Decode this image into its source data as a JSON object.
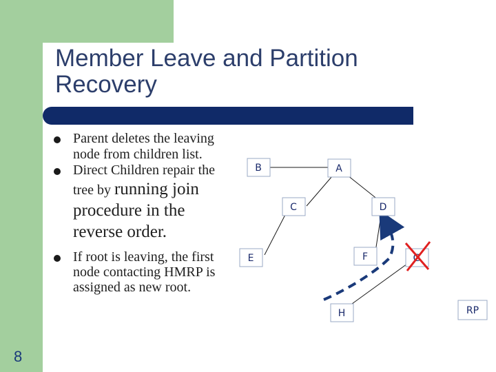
{
  "slide": {
    "title": "Member Leave and Partition Recovery",
    "page_number": "8"
  },
  "bullets": {
    "b1": "Parent deletes the leaving node from children list.",
    "b2_part1": "Direct Children repair the tree by",
    "b2_part2": "running join procedure in the reverse order.",
    "b3": "If root is leaving, the first node contacting HMRP is assigned as new root."
  },
  "diagram": {
    "nodes": {
      "B": "B",
      "A": "A",
      "C": "C",
      "D": "D",
      "E": "E",
      "F": "F",
      "G": "G",
      "H": "H",
      "RP": "RP"
    }
  },
  "colors": {
    "accent_green": "#a3cf9e",
    "title_bar": "#102a68",
    "title_text": "#2c3e6b",
    "cross": "#e02020",
    "node_text": "#1a2a6b"
  }
}
